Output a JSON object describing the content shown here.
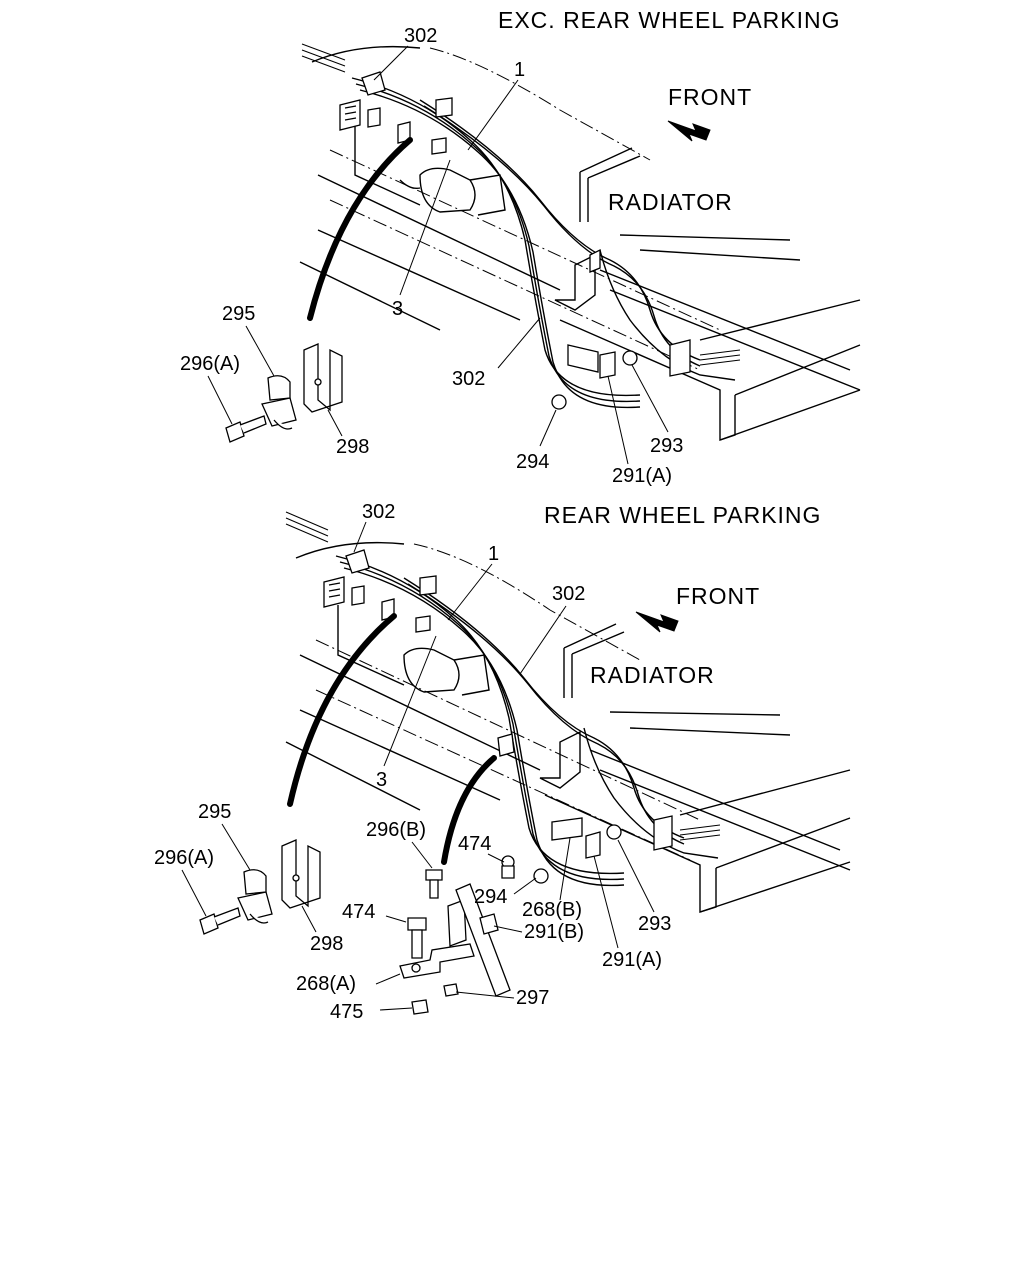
{
  "upper": {
    "heading": "EXC. REAR WHEEL PARKING",
    "front": "FRONT",
    "radiator": "RADIATOR",
    "callouts": {
      "c302a": "302",
      "c1": "1",
      "c3": "3",
      "c295": "295",
      "c296a": "296(A)",
      "c298": "298",
      "c302b": "302",
      "c293": "293",
      "c294": "294",
      "c291a": "291(A)"
    }
  },
  "lower": {
    "heading": "REAR WHEEL PARKING",
    "front": "FRONT",
    "radiator": "RADIATOR",
    "callouts": {
      "c302a": "302",
      "c1": "1",
      "c302b": "302",
      "c3": "3",
      "c295": "295",
      "c296a": "296(A)",
      "c298": "298",
      "c296b": "296(B)",
      "c474a": "474",
      "c294": "294",
      "c268b": "268(B)",
      "c293": "293",
      "c474b": "474",
      "c291b": "291(B)",
      "c291a": "291(A)",
      "c268a": "268(A)",
      "c297": "297",
      "c475": "475"
    }
  }
}
